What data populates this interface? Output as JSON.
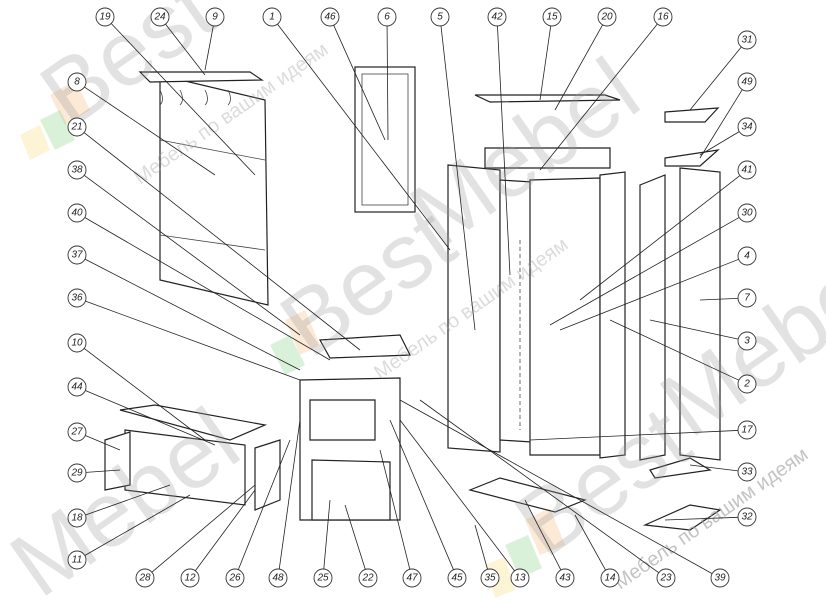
{
  "diagram": {
    "type": "exploded-assembly-drawing",
    "callouts": [
      "19",
      "24",
      "9",
      "1",
      "46",
      "6",
      "5",
      "42",
      "15",
      "20",
      "16",
      "31",
      "49",
      "34",
      "41",
      "30",
      "4",
      "7",
      "3",
      "2",
      "17",
      "33",
      "32",
      "39",
      "23",
      "14",
      "43",
      "13",
      "35",
      "45",
      "47",
      "22",
      "25",
      "48",
      "26",
      "12",
      "28",
      "11",
      "18",
      "29",
      "27",
      "44",
      "10",
      "36",
      "37",
      "40",
      "38",
      "21",
      "8"
    ]
  },
  "watermark": {
    "brand_a": "Best",
    "brand_b": "Mebel",
    "slogan": "Мебель по вашим идеям",
    "colors": {
      "orange": "#f7c08a",
      "green": "#8fd88f",
      "yellow": "#f8e08a"
    }
  }
}
